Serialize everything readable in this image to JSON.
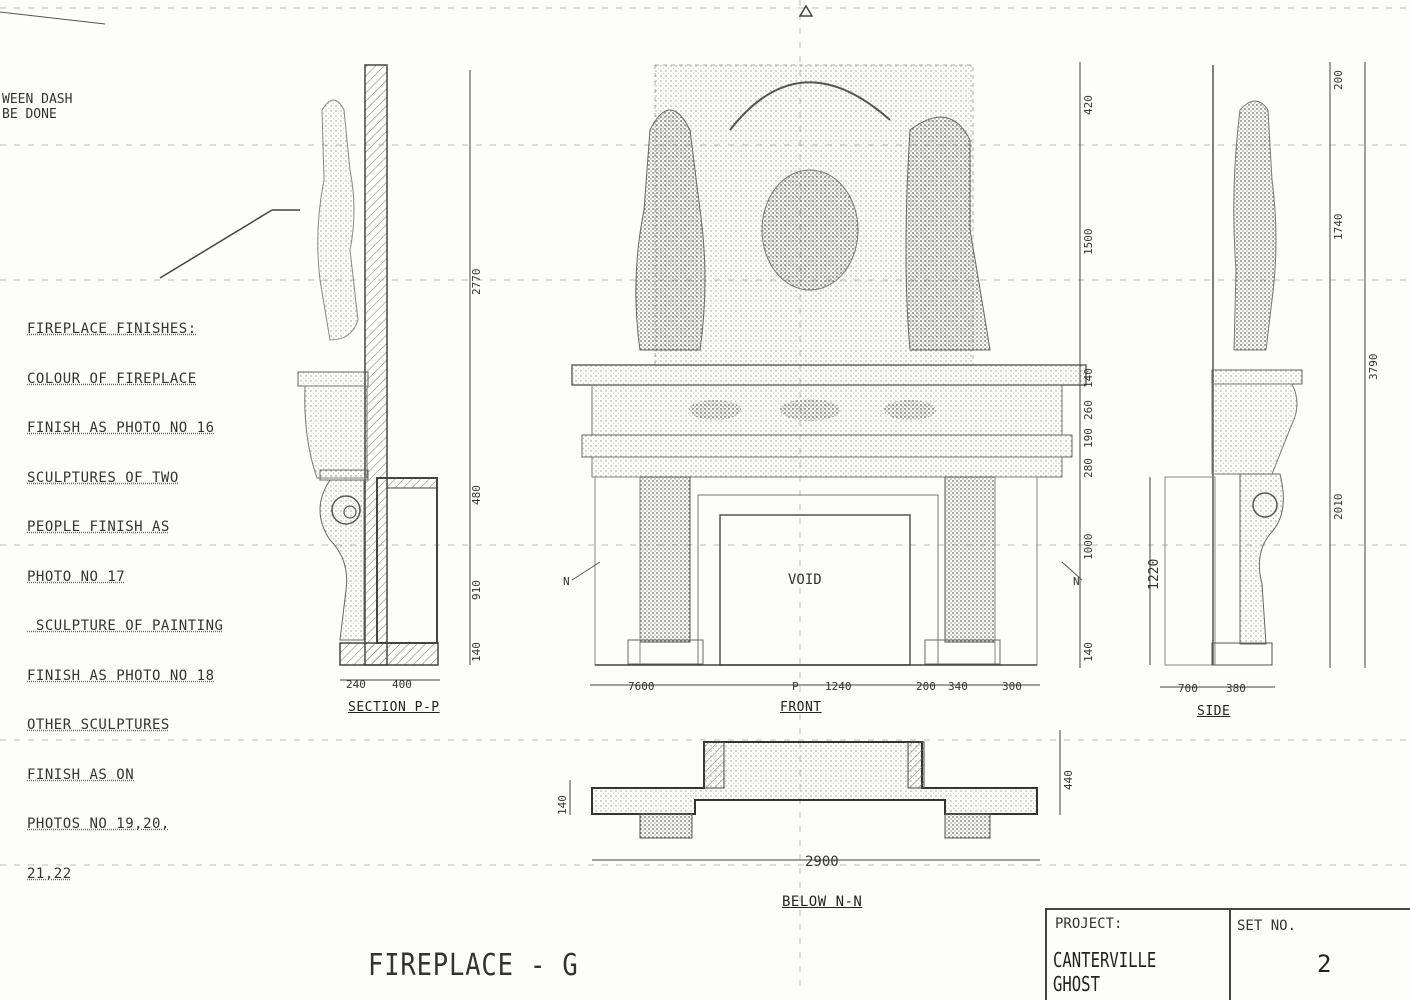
{
  "notes": {
    "top_left_fragment": [
      "WEEN DASH",
      "BE DONE"
    ],
    "finishes": [
      "FIREPLACE FINISHES:",
      "COLOUR OF FIREPLACE",
      "FINISH AS PHOTO NO 16",
      "SCULPTURES OF TWO",
      "PEOPLE FINISH AS",
      "PHOTO NO 17",
      " SCULPTURE OF PAINTING",
      "FINISH AS PHOTO NO 18",
      "OTHER SCULPTURES",
      "FINISH AS ON",
      "PHOTOS NO 19,20,",
      "21,22"
    ]
  },
  "views": {
    "section": "SECTION P-P",
    "front": "FRONT",
    "side": "SIDE",
    "below": "BELOW N-N",
    "void": "VOID"
  },
  "dimensions": {
    "section_height": "2770",
    "section_upper": "480",
    "section_lower": "910",
    "section_base": "140",
    "section_w1": "240",
    "section_w2": "400",
    "front_w_left": "7600",
    "front_w_void": "1240",
    "front_w_r1": "200",
    "front_w_r2": "340",
    "front_w_r3": "300",
    "front_h_top": "420",
    "front_h_mid": "1500",
    "front_h_a": "140",
    "front_h_b": "260",
    "front_h_c": "190",
    "front_h_d": "280",
    "front_h_e": "1000",
    "front_h_f": "140",
    "front_opening": "1220",
    "side_top": "200",
    "side_mid": "1740",
    "side_total": "3790",
    "side_lower": "2010",
    "side_w1": "700",
    "side_w2": "380",
    "plan_depth_right": "440",
    "plan_depth_left": "140",
    "plan_width": "2900",
    "markers": {
      "n": "N",
      "p": "P"
    }
  },
  "title_block": {
    "project_label": "PROJECT:",
    "project_name": "CANTERVILLE GHOST",
    "set_label": "SET NO.",
    "set_value": "2"
  },
  "drawing_title": "FIREPLACE - G"
}
